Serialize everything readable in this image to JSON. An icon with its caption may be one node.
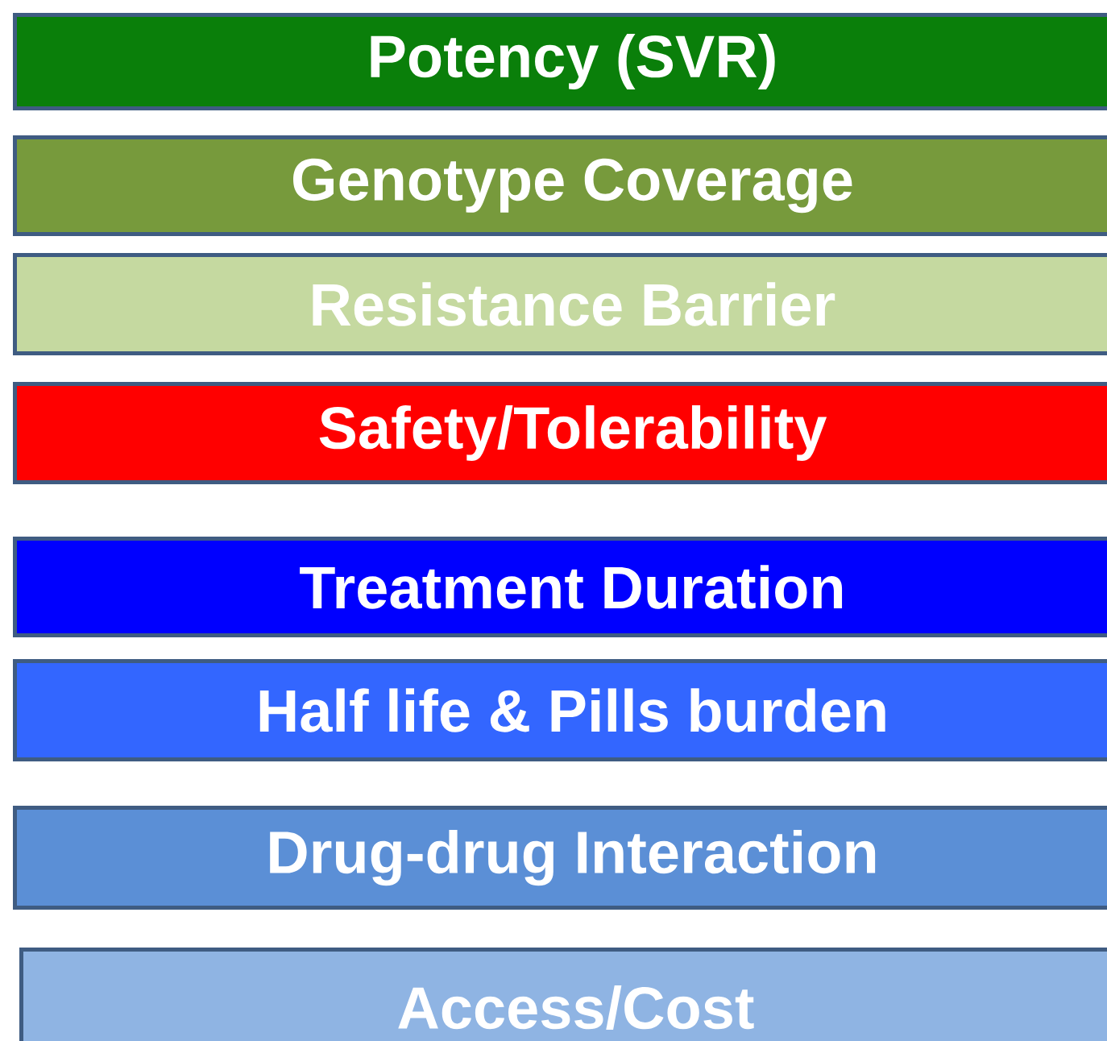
{
  "diagram": {
    "nodes": [
      {
        "text": [
          "Potency (SVR)"
        ]
      },
      {
        "text": [
          "Genotype Coverage"
        ]
      },
      {
        "text": [
          "Resistance Barrier"
        ]
      },
      {
        "text": [
          "Safety/Tolerability"
        ]
      },
      {
        "text": [
          "Treatment Duration"
        ]
      },
      {
        "text": [
          "Half life & Pills burden"
        ]
      },
      {
        "text": [
          "Drug-drug Interaction"
        ]
      },
      {
        "text": [
          "Access/Cost"
        ]
      }
    ]
  }
}
